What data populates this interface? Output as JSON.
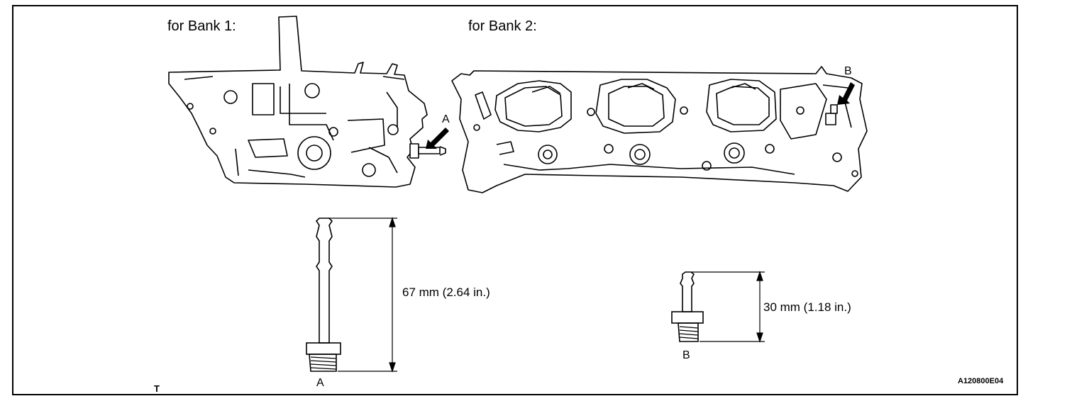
{
  "bank1_label": "for Bank 1:",
  "bank2_label": "for Bank 2:",
  "part_a_label": "A",
  "part_b_label": "B",
  "part_a_callout": "A",
  "part_b_callout": "B",
  "part_a_length": "67 mm (2.64 in.)",
  "part_b_length": "30 mm (1.18 in.)",
  "corner_mark": "T",
  "figure_code": "A120800E04"
}
